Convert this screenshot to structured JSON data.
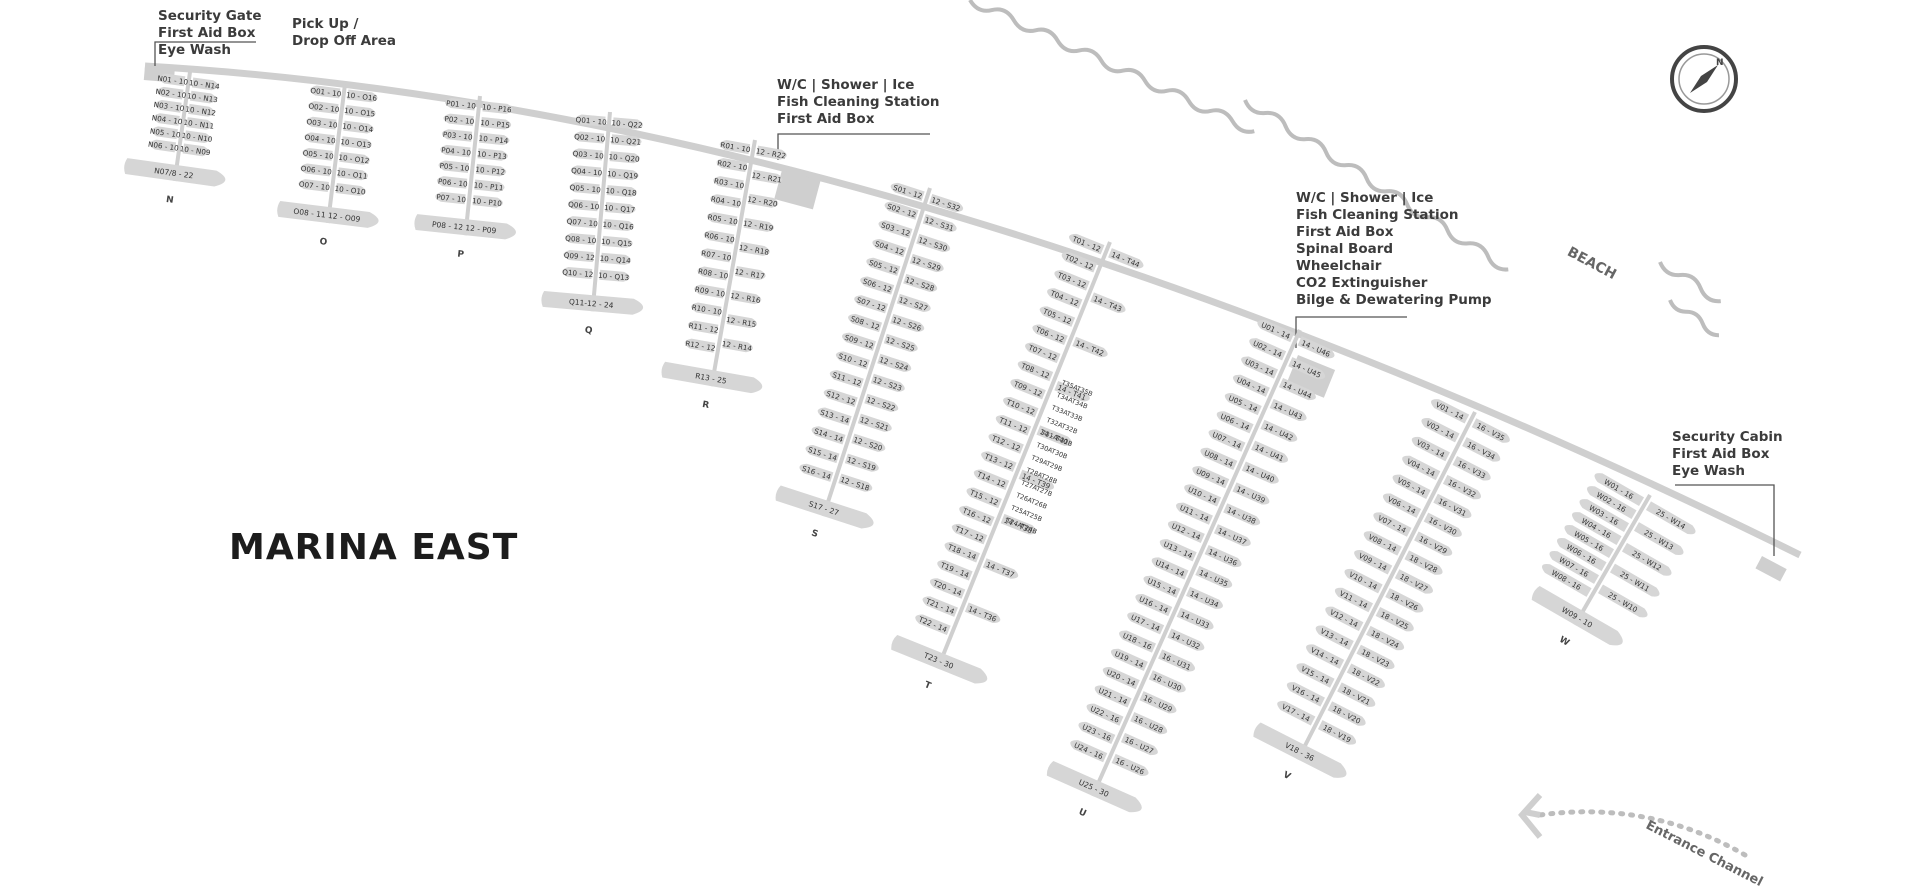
{
  "title": "MARINA EAST",
  "labels": {
    "beach": "BEACH",
    "entrance_channel": "Entrance Channel"
  },
  "callouts": [
    {
      "id": "security-gate",
      "lines": [
        "Security Gate",
        "First Aid Box",
        "Eye Wash"
      ]
    },
    {
      "id": "pick-up",
      "lines": [
        "Pick Up /",
        "Drop Off Area"
      ]
    },
    {
      "id": "wc-r",
      "lines": [
        "W/C | Shower | Ice",
        "Fish Cleaning Station",
        "First Aid Box"
      ]
    },
    {
      "id": "wc-u",
      "lines": [
        "W/C | Shower | Ice",
        "Fish Cleaning Station",
        "First Aid Box",
        "Spinal Board",
        "Wheelchair",
        "CO2 Extinguisher",
        "Bilge & Dewatering Pump"
      ]
    },
    {
      "id": "security-cabin",
      "lines": [
        "Security Cabin",
        "First Aid Box",
        "Eye Wash"
      ]
    }
  ],
  "colors": {
    "dock": "#cfcfcf",
    "berth": "#d6d6d6",
    "text": "#333333",
    "water_lines": "#bdbdbd"
  },
  "icons": [
    "compass-icon"
  ],
  "piers": [
    {
      "letter": "N",
      "left": [
        "N01 - 10",
        "N02 - 10",
        "N03 - 10",
        "N04 - 10",
        "N05 - 10",
        "N06 - 10"
      ],
      "right": [
        "10 - N14",
        "10 - N13",
        "10 - N12",
        "10 - N11",
        "10 - N10",
        "10 - N09"
      ],
      "end": [
        "N07/8 - 22"
      ]
    },
    {
      "letter": "O",
      "left": [
        "O01 - 10",
        "O02 - 10",
        "O03 - 10",
        "O04 - 10",
        "O05 - 10",
        "O06 - 10",
        "O07 - 10"
      ],
      "right": [
        "10 - O16",
        "10 - O15",
        "10 - O14",
        "10 - O13",
        "10 - O12",
        "10 - O11",
        "10 - O10"
      ],
      "end": [
        "O08 - 11",
        "12 - O09"
      ]
    },
    {
      "letter": "P",
      "left": [
        "P01 - 10",
        "P02 - 10",
        "P03 - 10",
        "P04 - 10",
        "P05 - 10",
        "P06 - 10",
        "P07 - 10"
      ],
      "right": [
        "10 - P16",
        "10 - P15",
        "10 - P14",
        "10 - P13",
        "10 - P12",
        "10 - P11",
        "10 - P10"
      ],
      "end": [
        "P08 - 12",
        "12 - P09"
      ]
    },
    {
      "letter": "Q",
      "left": [
        "Q01 - 10",
        "Q02 - 10",
        "Q03 - 10",
        "Q04 - 10",
        "Q05 - 10",
        "Q06 - 10",
        "Q07 - 10",
        "Q08 - 10",
        "Q09 - 12",
        "Q10 - 12"
      ],
      "right": [
        "10 - Q22",
        "10 - Q21",
        "10 - Q20",
        "10 - Q19",
        "10 - Q18",
        "10 - Q17",
        "10 - Q16",
        "10 - Q15",
        "10 - Q14",
        "10 - Q13"
      ],
      "end": [
        "Q11-12 - 24"
      ]
    },
    {
      "letter": "R",
      "left": [
        "R01 - 10",
        "R02 - 10",
        "R03 - 10",
        "R04 - 10",
        "R05 - 10",
        "R06 - 10",
        "R07 - 10",
        "R08 - 10",
        "R09 - 10",
        "R10 - 10",
        "R11 - 12",
        "R12 - 12"
      ],
      "right": [
        "12 - R22",
        "12 - R21",
        "12 - R20",
        "12 - R19",
        "12 - R18",
        "12 - R17",
        "12 - R16",
        "12 - R15",
        "12 - R14"
      ],
      "end": [
        "R13 - 25"
      ]
    },
    {
      "letter": "S",
      "left": [
        "S01 - 12",
        "S02 - 12",
        "S03 - 12",
        "S04 - 12",
        "S05 - 12",
        "S06 - 12",
        "S07 - 12",
        "S08 - 12",
        "S09 - 12",
        "S10 - 12",
        "S11 - 12",
        "S12 - 12",
        "S13 - 14",
        "S14 - 14",
        "S15 - 14",
        "S16 - 14"
      ],
      "right": [
        "12 - S32",
        "12 - S31",
        "12 - S30",
        "12 - S29",
        "12 - S28",
        "12 - S27",
        "12 - S26",
        "12 - S25",
        "12 - S24",
        "12 - S23",
        "12 - S22",
        "12 - S21",
        "12 - S20",
        "12 - S19",
        "12 - S18"
      ],
      "end": [
        "S17 - 27"
      ]
    },
    {
      "letter": "T",
      "left": [
        "T01 - 12",
        "T02 - 12",
        "T03 - 12",
        "T04 - 12",
        "T05 - 12",
        "T06 - 12",
        "T07 - 12",
        "T08 - 12",
        "T09 - 12",
        "T10 - 12",
        "T11 - 12",
        "T12 - 12",
        "T13 - 12",
        "T14 - 12",
        "T15 - 12",
        "T16 - 12",
        "T17 - 12",
        "T18 - 14",
        "T19 - 14",
        "T20 - 14",
        "T21 - 14",
        "T22 - 14"
      ],
      "right": [
        "14 - T44",
        "14 - T43",
        "14 - T42",
        "14 - T41",
        "14 - T40",
        "14 - T39",
        "14 - T38",
        "14 - T37",
        "14 - T36"
      ],
      "mid": [
        "T35A",
        "T35B",
        "T34A",
        "T34B",
        "T33A",
        "T33B",
        "T32A",
        "T32B",
        "T31A",
        "T31B",
        "T30A",
        "T30B",
        "T29A",
        "T29B",
        "T28A",
        "T28B",
        "T27A",
        "T27B",
        "T26A",
        "T26B",
        "T25A",
        "T25B",
        "T24A",
        "T24B"
      ],
      "end": [
        "T23 - 30"
      ]
    },
    {
      "letter": "U",
      "left": [
        "U01 - 14",
        "U02 - 14",
        "U03 - 14",
        "U04 - 14",
        "U05 - 14",
        "U06 - 14",
        "U07 - 14",
        "U08 - 14",
        "U09 - 14",
        "U10 - 14",
        "U11 - 14",
        "U12 - 14",
        "U13 - 14",
        "U14 - 14",
        "U15 - 14",
        "U16 - 14",
        "U17 - 14",
        "U18 - 16",
        "U19 - 14",
        "U20 - 14",
        "U21 - 14",
        "U22 - 16",
        "U23 - 16",
        "U24 - 16"
      ],
      "right": [
        "14 - U46",
        "14 - U45",
        "14 - U44",
        "14 - U43",
        "14 - U42",
        "14 - U41",
        "14 - U40",
        "14 - U39",
        "14 - U38",
        "14 - U37",
        "14 - U36",
        "14 - U35",
        "14 - U34",
        "14 - U33",
        "14 - U32",
        "16 - U31",
        "16 - U30",
        "16 - U29",
        "16 - U28",
        "16 - U27",
        "16 - U26"
      ],
      "end": [
        "U25 - 30"
      ]
    },
    {
      "letter": "V",
      "left": [
        "V01 - 14",
        "V02 - 14",
        "V03 - 14",
        "V04 - 14",
        "V05 - 14",
        "V06 - 14",
        "V07 - 14",
        "V08 - 14",
        "V09 - 14",
        "V10 - 14",
        "V11 - 14",
        "V12 - 14",
        "V13 - 14",
        "V14 - 14",
        "V15 - 14",
        "V16 - 14",
        "V17 - 14"
      ],
      "right": [
        "16 - V35",
        "16 - V34",
        "16 - V33",
        "16 - V32",
        "16 - V31",
        "16 - V30",
        "16 - V29",
        "18 - V28",
        "18 - V27",
        "18 - V26",
        "18 - V25",
        "18 - V24",
        "18 - V23",
        "18 - V22",
        "18 - V21",
        "18 - V20",
        "18 - V19"
      ],
      "end": [
        "V18 - 36"
      ]
    },
    {
      "letter": "W",
      "left": [
        "W01 - 16",
        "W02 - 16",
        "W03 - 16",
        "W04 - 16",
        "W05 - 16",
        "W06 - 16",
        "W07 - 16",
        "W08 - 16"
      ],
      "right": [
        "25 - W14",
        "25 - W13",
        "25 - W12",
        "25 - W11",
        "25 - W10"
      ],
      "end": [
        "W09 - 10"
      ]
    }
  ]
}
